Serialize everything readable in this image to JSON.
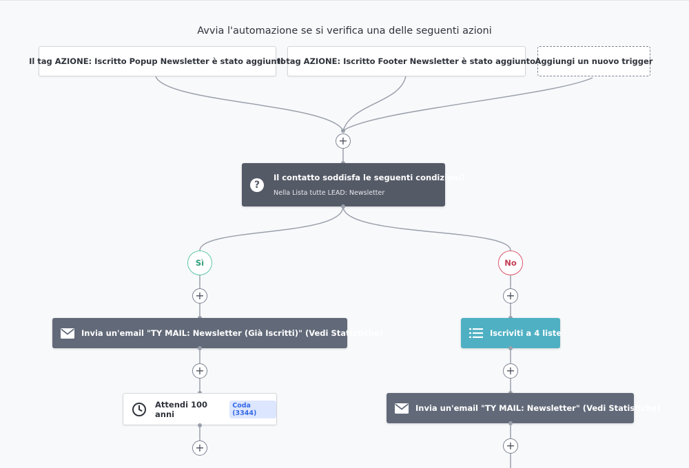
{
  "header": {
    "title": "Avvia l'automazione se si verifica una delle seguenti azioni"
  },
  "triggers": [
    {
      "label": "Il tag AZIONE: Iscritto Popup Newsletter è stato aggiunto"
    },
    {
      "label": "Il tag AZIONE: Iscritto Footer Newsletter è stato aggiunto"
    },
    {
      "label": "Aggiungi un nuovo trigger"
    }
  ],
  "condition": {
    "title": "Il contatto soddisfa le seguenti condizioni?",
    "subtitle": "Nella Lista tutte LEAD: Newsletter",
    "icon": "question-icon"
  },
  "branches": {
    "yes": {
      "label": "Sì",
      "color": "#5fc5a7"
    },
    "no": {
      "label": "No",
      "color": "#d9576a"
    }
  },
  "yes_steps": {
    "send_email": {
      "label": "Invia un'email \"TY MAIL: Newsletter (Già Iscritti)\" (Vedi Statistiche)",
      "icon": "envelope-icon"
    },
    "wait": {
      "label": "Attendi 100 anni",
      "queue_badge": "Coda (3344)",
      "icon": "clock-icon"
    }
  },
  "no_steps": {
    "subscribe": {
      "label": "Iscriviti a 4 liste",
      "icon": "list-icon"
    },
    "send_email": {
      "label": "Invia un'email \"TY MAIL: Newsletter\" (Vedi Statistiche)",
      "icon": "envelope-icon"
    }
  },
  "add_step_symbol": "+",
  "colors": {
    "condition_bg": "#555a67",
    "action_bg": "#626a79",
    "subscribe_bg": "#4fb0c3",
    "connector": "#9aa0ab",
    "badge_bg": "#dde6ff",
    "badge_text": "#356ae6"
  }
}
